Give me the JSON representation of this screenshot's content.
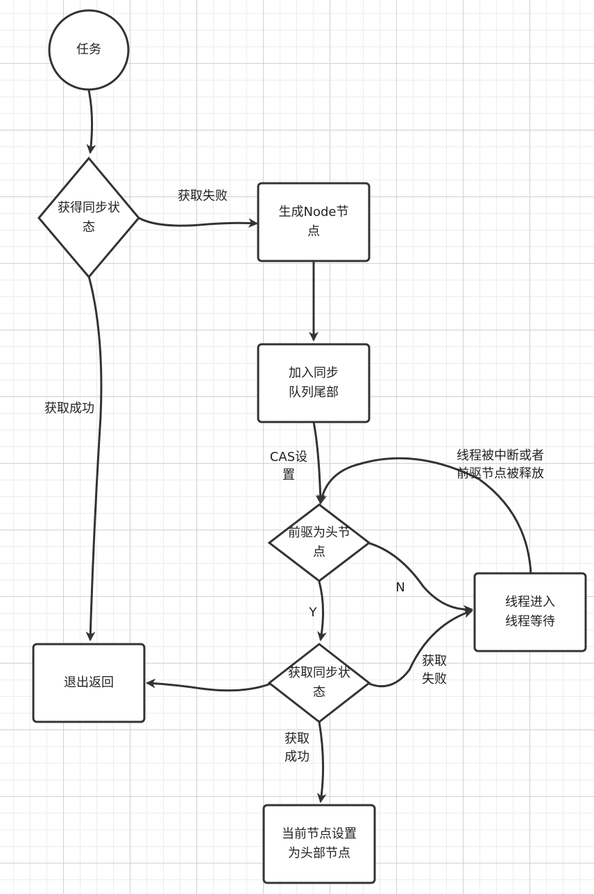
{
  "nodes": {
    "task": "任务",
    "decision_get_state": "获得同步状\n态",
    "create_node": "生成Node节\n点",
    "enqueue_tail": "加入同步\n队列尾部",
    "decision_prev_is_head": "前驱为头节\n点",
    "decision_acquire_state": "获取同步状\n态",
    "thread_wait": "线程进入\n线程等待",
    "exit_return": "退出返回",
    "set_head": "当前节点设置\n为头部节点"
  },
  "edges": {
    "acquire_fail_top": "获取失败",
    "acquire_success_left": "获取成功",
    "cas_set": "CAS设\n置",
    "interrupted_or_released": "线程被中断或者\n前驱节点被释放",
    "no": "N",
    "yes": "Y",
    "acquire_fail_right": "获取\n失败",
    "acquire_success_bottom": "获取\n成功"
  }
}
